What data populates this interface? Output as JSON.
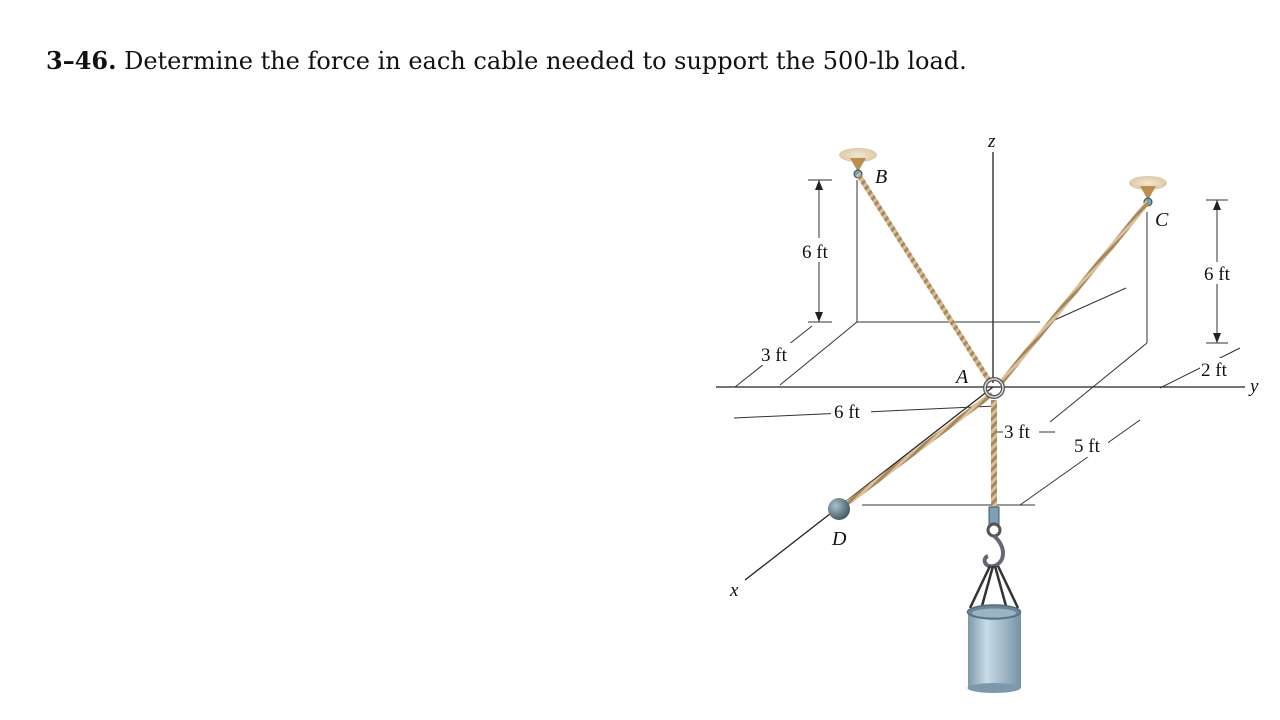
{
  "problem": {
    "number": "3–46.",
    "statement": "Determine the force in each cable needed to support the 500-lb load."
  },
  "figure": {
    "axes": {
      "x": "x",
      "y": "y",
      "z": "z"
    },
    "points": {
      "A": "A",
      "B": "B",
      "C": "C",
      "D": "D"
    },
    "dimensions": {
      "b_height": "6 ft",
      "c_height": "6 ft",
      "x_offset_b": "3 ft",
      "x_offset_d": "6 ft",
      "y_offset_c": "2 ft",
      "x_offset_c": "3 ft",
      "y_offset_d": "5 ft"
    },
    "colors": {
      "cable": "#c8a878",
      "cable_dark": "#8a6a3a",
      "bucket": "#9fb8c8",
      "ball": "#5a7480",
      "line": "#222222"
    }
  }
}
